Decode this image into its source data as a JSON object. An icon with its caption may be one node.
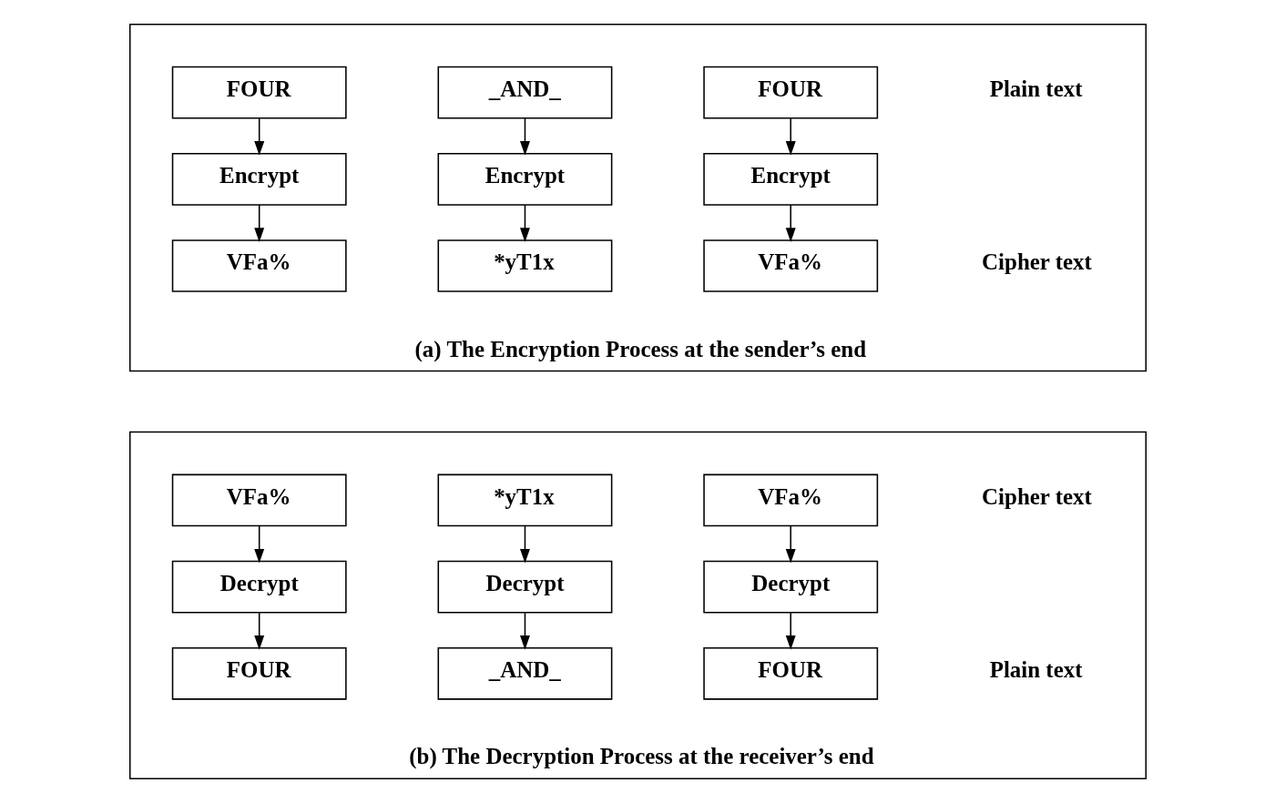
{
  "diagram": {
    "nodes": [
      {
        "text": [
          "(a) The Encryption Process at the sender’s end"
        ]
      },
      {
        "text": [
          "FOUR"
        ],
        "in": 0
      },
      {
        "text": [
          "_AND_"
        ],
        "in": 0
      },
      {
        "text": [
          "FOUR"
        ],
        "in": 0
      },
      {
        "text": [
          "Encrypt"
        ],
        "in": 0
      },
      {
        "text": [
          "Encrypt"
        ],
        "in": 0
      },
      {
        "text": [
          "Encrypt"
        ],
        "in": 0
      },
      {
        "text": [
          "VFa%"
        ],
        "in": 0
      },
      {
        "text": [
          "*yT1x"
        ],
        "in": 0
      },
      {
        "text": [
          "VFa%"
        ],
        "in": 0
      },
      {
        "text": [
          "(b) The Decryption Process at the receiver’s end"
        ]
      },
      {
        "text": [
          "VFa%"
        ],
        "in": 10
      },
      {
        "text": [
          "*yT1x"
        ],
        "in": 10
      },
      {
        "text": [
          "VFa%"
        ],
        "in": 10
      },
      {
        "text": [
          "Decrypt"
        ],
        "in": 10
      },
      {
        "text": [
          "Decrypt"
        ],
        "in": 10
      },
      {
        "text": [
          "Decrypt"
        ],
        "in": 10
      },
      {
        "text": [
          "FOUR"
        ],
        "in": 10
      },
      {
        "text": [
          "_AND_"
        ],
        "in": 10
      },
      {
        "text": [
          "FOUR"
        ],
        "in": 10
      }
    ],
    "edges": [
      {
        "from": 1,
        "to": 4,
        "arrow": "to"
      },
      {
        "from": 4,
        "to": 7,
        "arrow": "to"
      },
      {
        "from": 2,
        "to": 5,
        "arrow": "to"
      },
      {
        "from": 5,
        "to": 8,
        "arrow": "to"
      },
      {
        "from": 3,
        "to": 6,
        "arrow": "to"
      },
      {
        "from": 6,
        "to": 9,
        "arrow": "to"
      },
      {
        "from": 11,
        "to": 14,
        "arrow": "to"
      },
      {
        "from": 14,
        "to": 17,
        "arrow": "to"
      },
      {
        "from": 12,
        "to": 15,
        "arrow": "to"
      },
      {
        "from": 15,
        "to": 18,
        "arrow": "to"
      },
      {
        "from": 13,
        "to": 16,
        "arrow": "to"
      },
      {
        "from": 16,
        "to": 19,
        "arrow": "to"
      }
    ],
    "labels": [
      "Plain text",
      "Cipher text",
      "Cipher text",
      "Plain text"
    ]
  }
}
